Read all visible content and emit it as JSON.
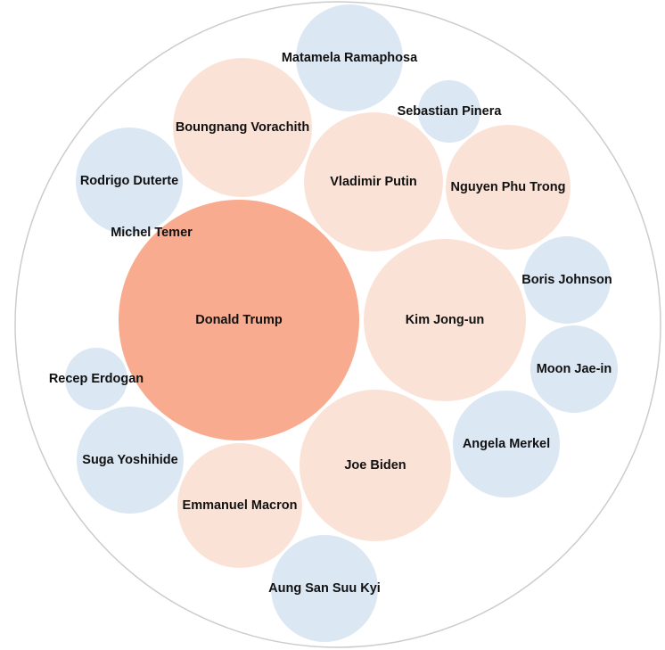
{
  "chart_data": {
    "type": "bubble",
    "colors": {
      "high": "#f8ab8e",
      "mid": "#fbe2d7",
      "low": "#dce7f4",
      "container_stroke": "#cccccc"
    },
    "bubbles": [
      {
        "label": "Donald Trump",
        "level": "high"
      },
      {
        "label": "Kim Jong-un",
        "level": "mid"
      },
      {
        "label": "Joe Biden",
        "level": "mid"
      },
      {
        "label": "Vladimir Putin",
        "level": "mid"
      },
      {
        "label": "Boungnang Vorachith",
        "level": "mid"
      },
      {
        "label": "Nguyen Phu Trong",
        "level": "mid"
      },
      {
        "label": "Emmanuel Macron",
        "level": "mid"
      },
      {
        "label": "Matamela Ramaphosa",
        "level": "low"
      },
      {
        "label": "Rodrigo Duterte",
        "level": "low"
      },
      {
        "label": "Angela Merkel",
        "level": "low"
      },
      {
        "label": "Suga Yoshihide",
        "level": "low"
      },
      {
        "label": "Aung San Suu Kyi",
        "level": "low"
      },
      {
        "label": "Boris Johnson",
        "level": "low"
      },
      {
        "label": "Moon Jae-in",
        "level": "low"
      },
      {
        "label": "Sebastian Pinera",
        "level": "low"
      },
      {
        "label": "Recep Erdogan",
        "level": "low"
      },
      {
        "label": "Michel Temer",
        "level": "low"
      }
    ]
  }
}
